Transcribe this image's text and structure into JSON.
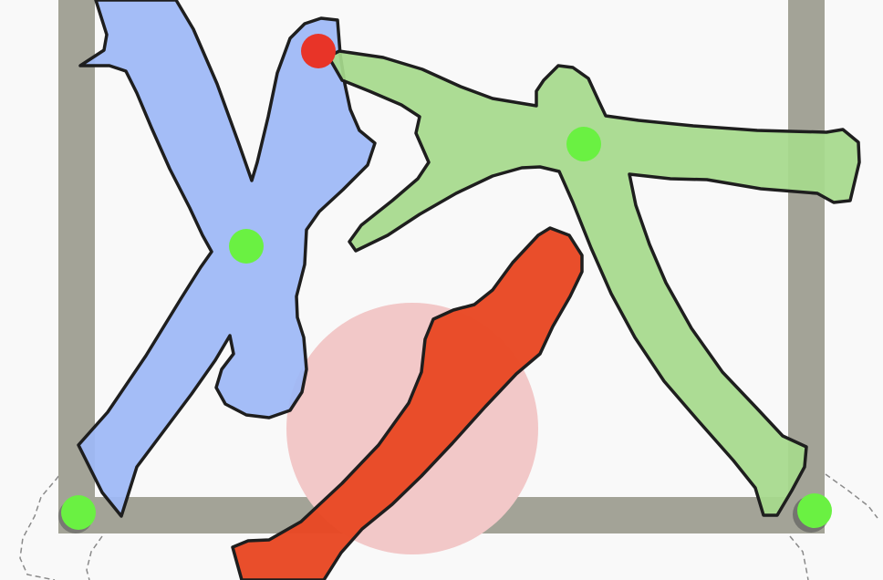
{
  "scene": {
    "background_color": "#f9f9f9",
    "frame_color": "#a3a397",
    "target_zone_color": "#f2c8c8",
    "blue_shape_color": "#9db8f6",
    "green_shape_color": "#a6d98c",
    "red_shape_color": "#e84824",
    "outline_color": "#1e1e1e",
    "anchor_pin_color": "#e83428",
    "joint_pin_color": "#6af142",
    "shapes": [
      {
        "name": "blue-branch-shape",
        "color": "blue"
      },
      {
        "name": "green-branch-shape",
        "color": "green"
      },
      {
        "name": "red-stick-shape",
        "color": "red"
      }
    ],
    "pins": [
      {
        "name": "anchor-pin",
        "type": "fixed",
        "color": "red"
      },
      {
        "name": "joint-pin",
        "type": "hinge",
        "color": "green",
        "count": 4
      }
    ]
  }
}
